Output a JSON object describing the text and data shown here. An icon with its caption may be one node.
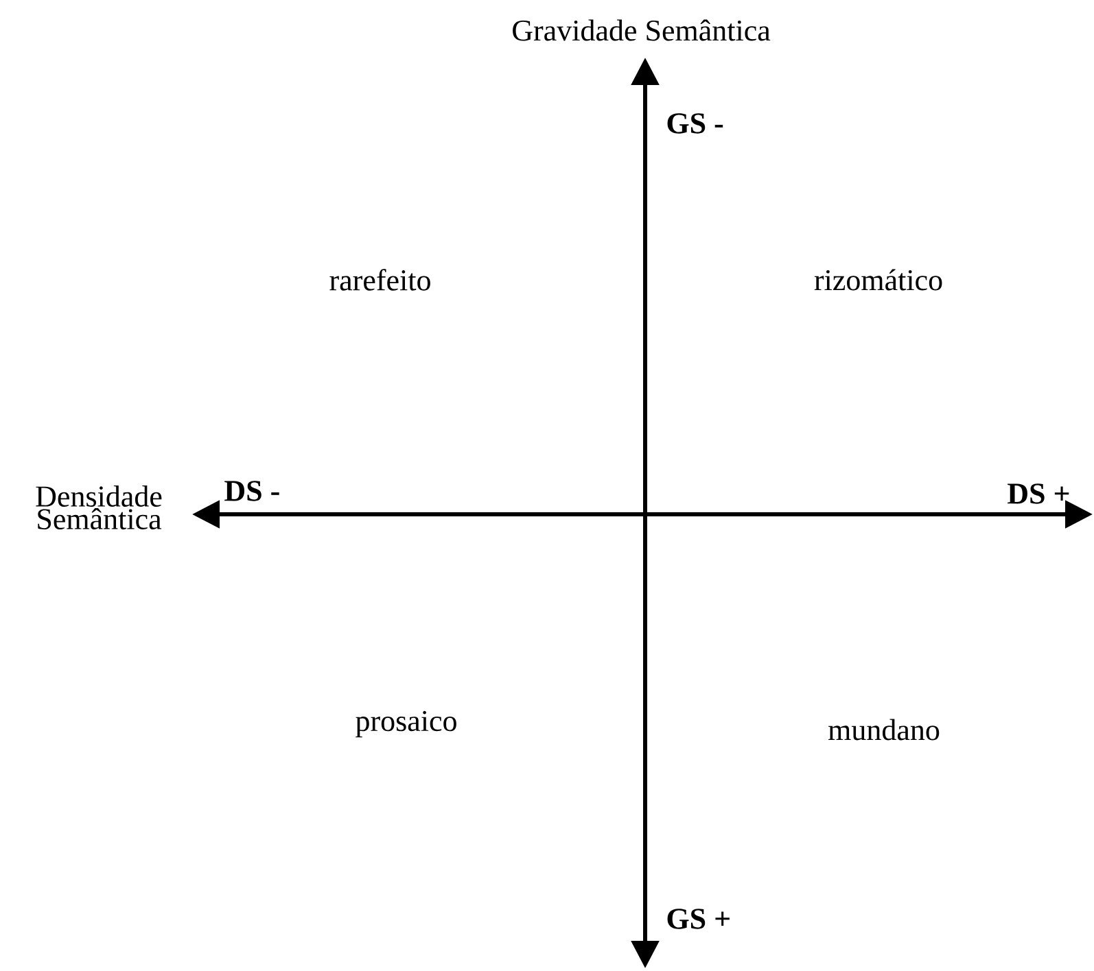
{
  "diagram": {
    "labels": [
      "Gravidade Semântica",
      "GS -",
      "rarefeito",
      "rizomático",
      "Densidade Semântica",
      "DS -",
      "DS +",
      "prosaico",
      "mundano",
      "GS +"
    ]
  }
}
